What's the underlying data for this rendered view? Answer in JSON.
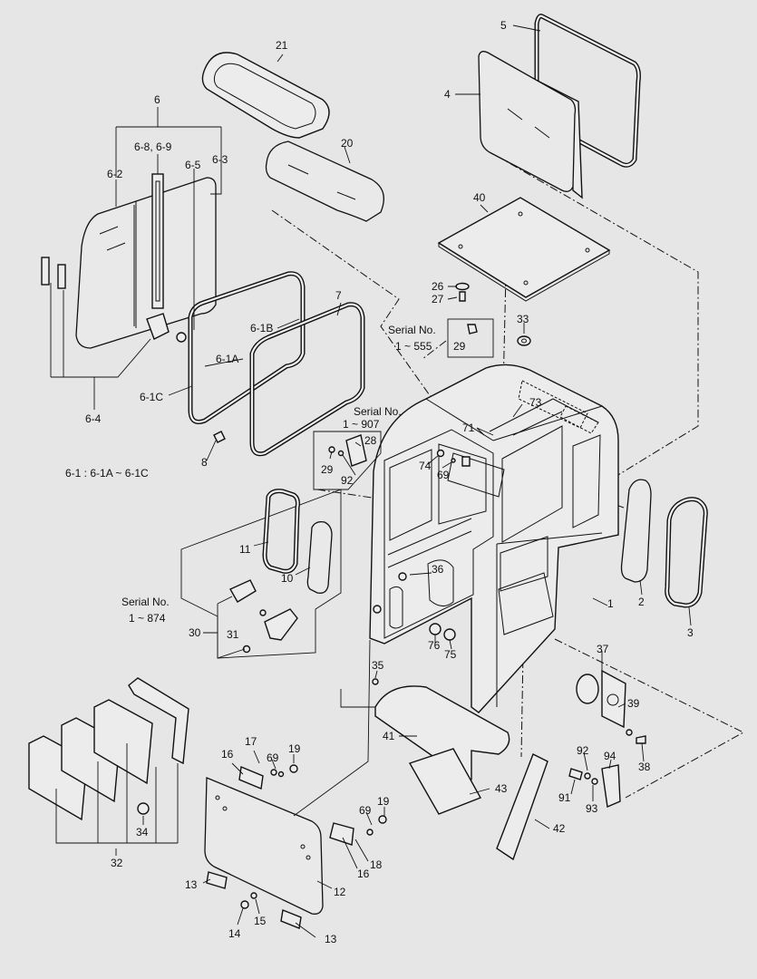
{
  "diagram": {
    "part_numbers": {
      "p1": "1",
      "p2": "2",
      "p3": "3",
      "p4": "4",
      "p5": "5",
      "p6": "6",
      "p6_2": "6-2",
      "p6_3": "6-3",
      "p6_4": "6-4",
      "p6_5": "6-5",
      "p6_8_9": "6-8, 6-9",
      "p6_1a": "6-1A",
      "p6_1b": "6-1B",
      "p6_1c": "6-1C",
      "p7": "7",
      "p8": "8",
      "p10": "10",
      "p11": "11",
      "p12": "12",
      "p13a": "13",
      "p13b": "13",
      "p14": "14",
      "p15": "15",
      "p16a": "16",
      "p16b": "16",
      "p17": "17",
      "p18": "18",
      "p19a": "19",
      "p19b": "19",
      "p20": "20",
      "p21": "21",
      "p26": "26",
      "p27": "27",
      "p28": "28",
      "p29a": "29",
      "p29b": "29",
      "p30": "30",
      "p31": "31",
      "p32": "32",
      "p33": "33",
      "p34": "34",
      "p35": "35",
      "p36": "36",
      "p37": "37",
      "p38": "38",
      "p39": "39",
      "p40": "40",
      "p41": "41",
      "p42": "42",
      "p43": "43",
      "p69a": "69",
      "p69b": "69",
      "p69c": "69",
      "p71": "71",
      "p73": "73",
      "p74": "74",
      "p75": "75",
      "p76": "76",
      "p91": "91",
      "p92a": "92",
      "p92b": "92",
      "p93": "93",
      "p94": "94"
    },
    "notes": {
      "set_note": "6-1 : 6-1A ~ 6-1C",
      "serial_label": "Serial No.",
      "serial_a_range": "1 ~ 555",
      "serial_b_range": "1 ~ 907",
      "serial_c_range": "1 ~ 874"
    }
  }
}
